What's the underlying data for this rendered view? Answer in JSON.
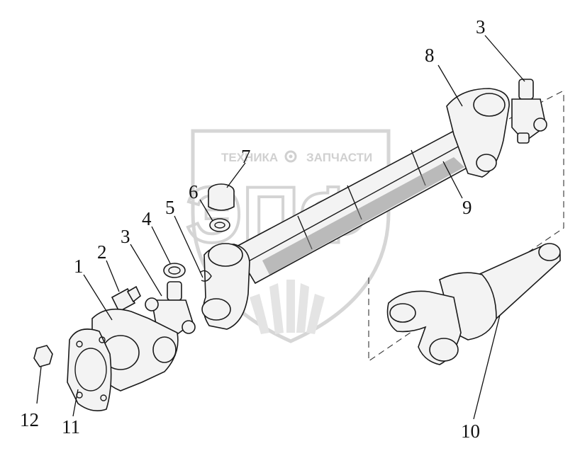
{
  "watermark": {
    "top_text_left": "ТЕХНИКА",
    "top_text_right": "ЗАПЧАСТИ",
    "emblem": "gear-icon",
    "logo_letters": "ЭПФ"
  },
  "callouts": [
    {
      "id": "1",
      "label": "1"
    },
    {
      "id": "2",
      "label": "2"
    },
    {
      "id": "3a",
      "label": "3"
    },
    {
      "id": "3b",
      "label": "3"
    },
    {
      "id": "4",
      "label": "4"
    },
    {
      "id": "5",
      "label": "5"
    },
    {
      "id": "6",
      "label": "6"
    },
    {
      "id": "7",
      "label": "7"
    },
    {
      "id": "8",
      "label": "8"
    },
    {
      "id": "9",
      "label": "9"
    },
    {
      "id": "10",
      "label": "10"
    },
    {
      "id": "11",
      "label": "11"
    },
    {
      "id": "12",
      "label": "12"
    }
  ]
}
